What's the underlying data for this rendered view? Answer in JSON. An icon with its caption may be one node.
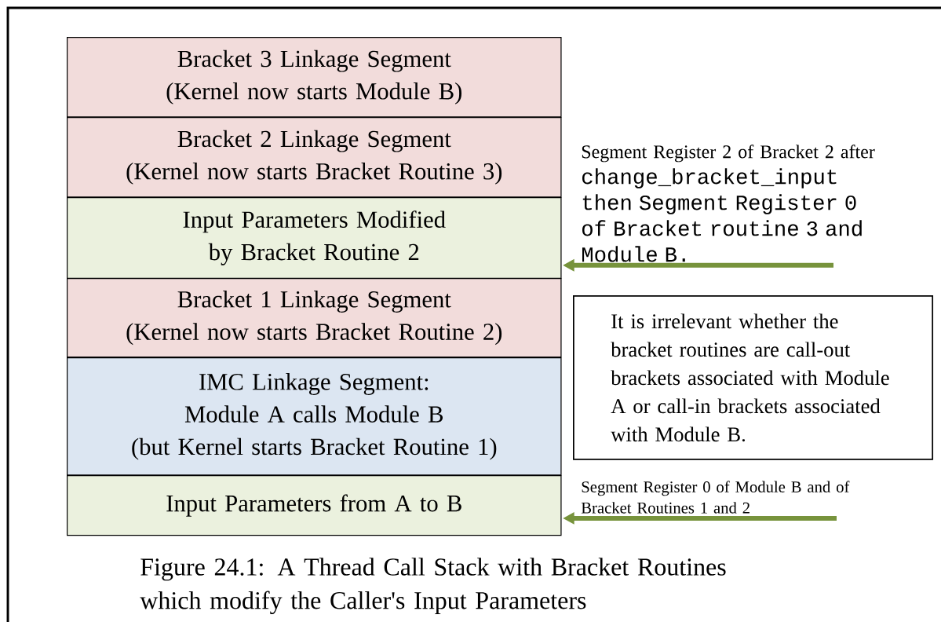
{
  "diagram": {
    "caption": "Figure 24.1: A Thread Call Stack with Bracket Routines which modify the Caller's Input Parameters",
    "nodes": [
      {
        "text": [
          "Bracket 3 Linkage Segment",
          "(Kernel now starts Module B)"
        ]
      },
      {
        "text": [
          "Bracket 2 Linkage Segment",
          "(Kernel now starts Bracket Routine 3)"
        ]
      },
      {
        "text": [
          "Input Parameters Modified by Bracket Routine 2"
        ]
      },
      {
        "text": [
          "Bracket 1 Linkage Segment",
          "(Kernel now starts Bracket Routine 2)"
        ]
      },
      {
        "text": [
          "IMC Linkage Segment:",
          "Module A calls Module B",
          "(but Kernel starts Bracket Routine 1)"
        ]
      },
      {
        "text": [
          "Input Parameters from A to B"
        ]
      },
      {
        "text": [
          "Segment Register 2 of Bracket 2 after",
          "change_bracket_input then Segment Register 0 of Bracket routine 3 and Module B."
        ]
      },
      {
        "text": [
          "It is irrelevant whether the bracket routines are call-out brackets associated with Module A or call-in brackets associated with Module B."
        ]
      },
      {
        "text": [
          "Segment Register 0 of Module B and of Bracket Routines 1 and 2"
        ]
      }
    ],
    "edges": [
      {
        "from": 6,
        "to": null,
        "arrow": "to"
      },
      {
        "from": 8,
        "to": null,
        "arrow": "to"
      }
    ]
  }
}
